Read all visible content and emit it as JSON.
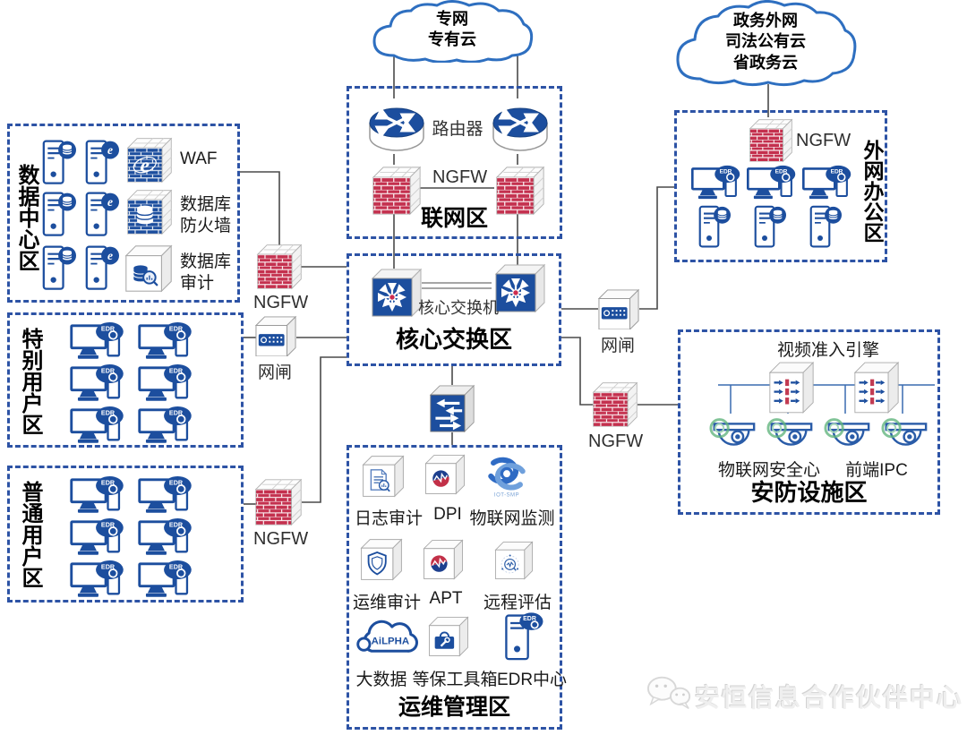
{
  "colors": {
    "blue": "#1c4e9e",
    "navy": "#1d3f8e",
    "red": "#c4304e",
    "accent-red": "#c23048",
    "border": "#2d53a5",
    "cloud": "#2e6fc0",
    "line": "#4a4a4a",
    "green": "#63b57e",
    "text": "#1a1a1a"
  },
  "icons": {
    "edr": "EDR",
    "ie": "e",
    "ailpha": "AiLPHA",
    "iot_smp": "IOT-SMP"
  },
  "clouds": {
    "private": {
      "lines": [
        "专网",
        "专有云"
      ]
    },
    "gov": {
      "lines": [
        "政务外网",
        "司法公有云",
        "省政务云"
      ]
    }
  },
  "zones": {
    "inet": {
      "title": "联网区",
      "router_label": "路由器",
      "ngfw_label": "NGFW"
    },
    "core": {
      "title": "核心交换区",
      "switch_label": "核心交换机"
    },
    "dc": {
      "title": "数据中心区",
      "rows": [
        {
          "label": "WAF"
        },
        {
          "label": "数据库防火墙"
        },
        {
          "label": "数据库审计"
        }
      ]
    },
    "special": {
      "title": "特别用户区",
      "monitor_count": 6
    },
    "normal": {
      "title": "普通用户区",
      "monitor_count": 6
    },
    "office": {
      "title": "外网办公区",
      "ngfw_label": "NGFW",
      "workstation_count": 3
    },
    "security": {
      "title": "安防设施区",
      "engine_label": "视频准入引擎",
      "iot_label": "物联网安全心",
      "ipc_label": "前端IPC",
      "camera_count": 4
    },
    "ops": {
      "title": "运维管理区",
      "items": [
        "日志审计",
        "DPI",
        "物联网监测",
        "运维审计",
        "APT",
        "远程评估",
        "大数据",
        "等保工具箱",
        "EDR中心"
      ]
    }
  },
  "connectors": {
    "dc_ngfw": "NGFW",
    "special_gate": "网闸",
    "normal_ngfw": "NGFW",
    "office_gate": "网闸",
    "security_ngfw": "NGFW"
  },
  "watermark": {
    "text": "安恒信息合作伙伴中心"
  }
}
